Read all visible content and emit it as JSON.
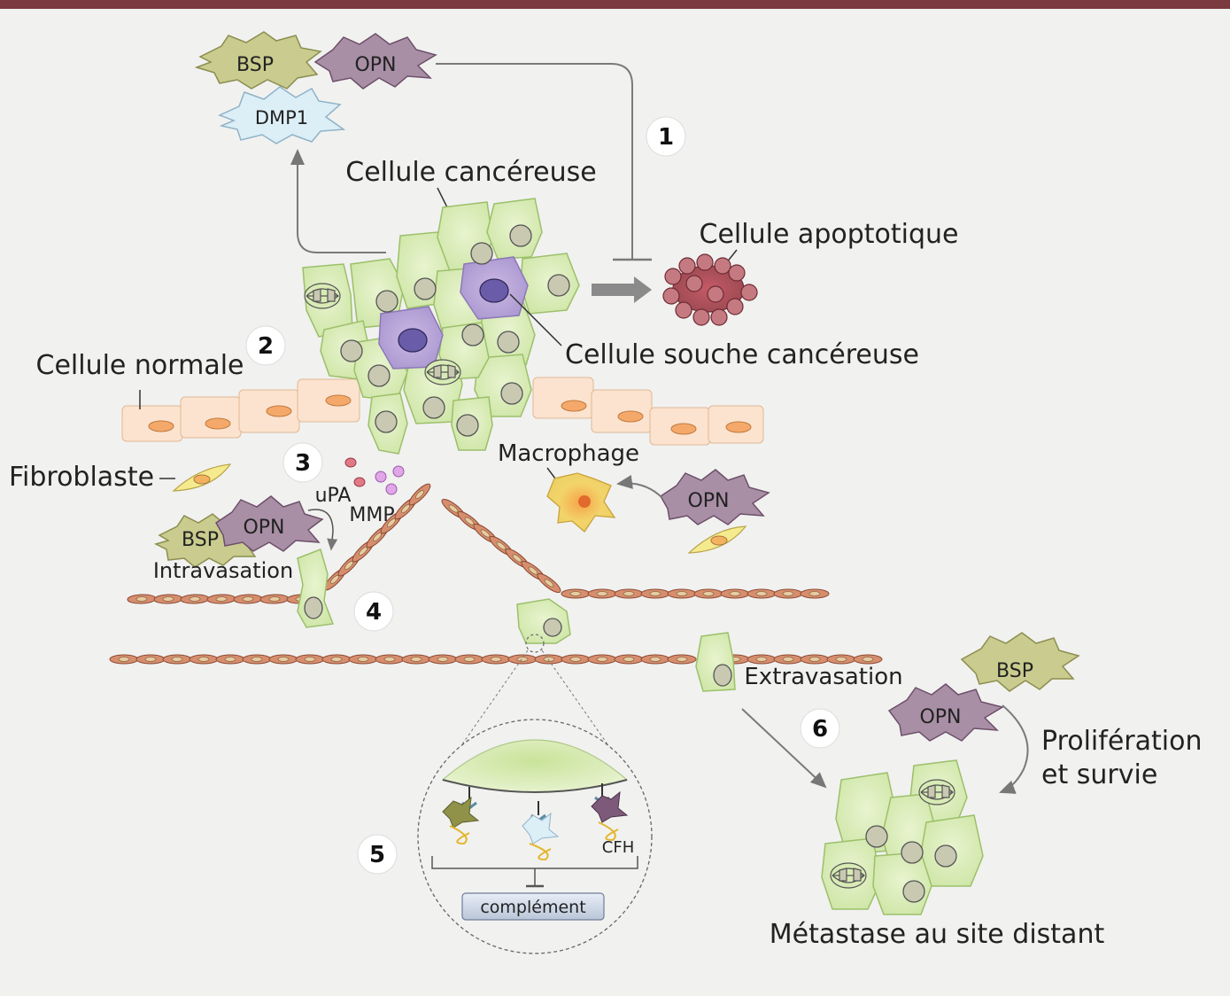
{
  "proteins": {
    "bsp": "BSP",
    "opn": "OPN",
    "dmp1": "DMP1",
    "cfh": "CFH"
  },
  "labels": {
    "cancer_cell": "Cellule cancéreuse",
    "apoptotic_cell": "Cellule apoptotique",
    "cancer_stem_cell": "Cellule souche cancéreuse",
    "normal_cell": "Cellule normale",
    "fibroblast": "Fibroblaste",
    "macrophage": "Macrophage",
    "upa": "uPA",
    "mmp": "MMP",
    "intravasation": "Intravasation",
    "extravasation": "Extravasation",
    "proliferation_line1": "Prolifération",
    "proliferation_line2": "et survie",
    "metastasis": "Métastase au site distant",
    "complement": "complément"
  },
  "steps": [
    "1",
    "2",
    "3",
    "4",
    "5",
    "6"
  ],
  "colors": {
    "frame_bar": "#7a3a3f",
    "bsp_fill": "#c9cc8e",
    "opn_fill": "#a98fa6",
    "dmp1_fill": "#dceef6",
    "cancer_cell_fill": "#d8ebb5",
    "stem_cell_fill": "#b8a7d6",
    "normal_cell_fill": "#fbe3cf",
    "apoptotic_fill": "#b5525d",
    "vessel_fill": "#d88e6e",
    "macrophage_fill": "#f2d46a"
  }
}
